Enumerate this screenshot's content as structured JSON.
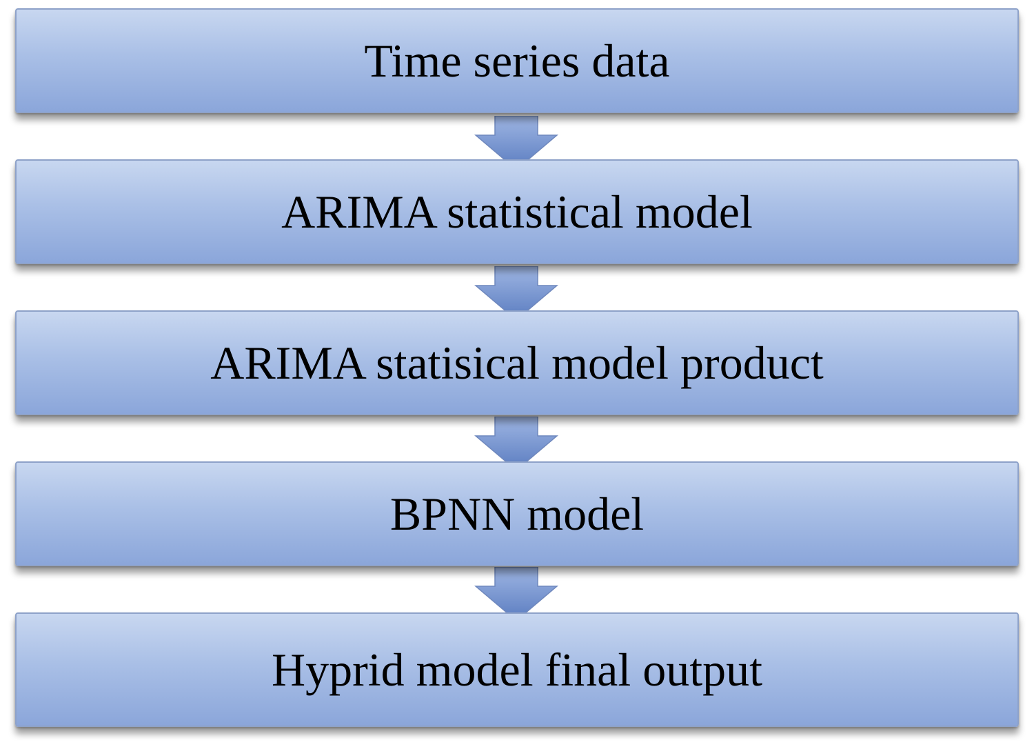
{
  "steps": [
    {
      "label": "Time series data"
    },
    {
      "label": "ARIMA statistical model"
    },
    {
      "label": "ARIMA statisical model product"
    },
    {
      "label": "BPNN model"
    },
    {
      "label": "Hyprid model final output"
    }
  ],
  "colors": {
    "box_top": "#c8d7f0",
    "box_bottom": "#8ba6da",
    "box_border": "#8ea2c9",
    "arrow_top": "#9fb6e3",
    "arrow_bottom": "#5a7cc0"
  },
  "icons": {
    "connector": "down-arrow-icon"
  }
}
